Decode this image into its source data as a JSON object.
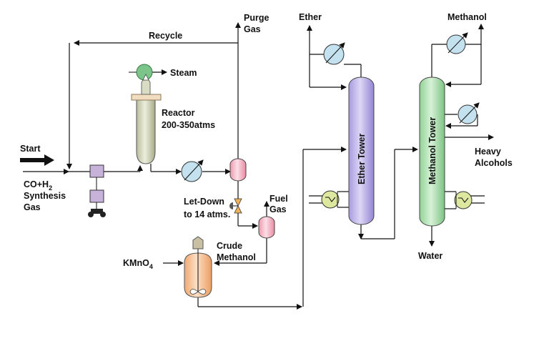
{
  "labels": {
    "start": "Start",
    "feed_line1": "CO+H",
    "feed_sub": "2",
    "feed_line2": "Synthesis",
    "feed_line3": "Gas",
    "recycle": "Recycle",
    "purge_line1": "Purge",
    "purge_line2": "Gas",
    "steam": "Steam",
    "reactor_line1": "Reactor",
    "reactor_line2": "200-350atms",
    "letdown_line1": "Let-Down",
    "letdown_line2": "to 14 atms.",
    "fuel_line1": "Fuel",
    "fuel_line2": "Gas",
    "crude_line1": "Crude",
    "crude_line2": "Methanol",
    "kmno4_main": "KMnO",
    "kmno4_sub": "4",
    "ether": "Ether",
    "ether_tower": "Ether Tower",
    "methanol": "Methanol",
    "methanol_tower": "Methanol Tower",
    "heavy_line1": "Heavy",
    "heavy_line2": "Alcohols",
    "water": "Water"
  },
  "colors": {
    "compressor": "#c7b2da",
    "reactor_body": "#d9dcc3",
    "reactor_cap": "#f1dcc0",
    "steam_drum": "#7bc48a",
    "heat_exchanger": "#c3e1ee",
    "separator": "#f4bccb",
    "crude_tank": "#f7c59a",
    "ether_tower": "#c7bfe9",
    "methanol_tower": "#bfe6c1",
    "reboiler": "#dde89e",
    "valve": "#f2b25a"
  }
}
